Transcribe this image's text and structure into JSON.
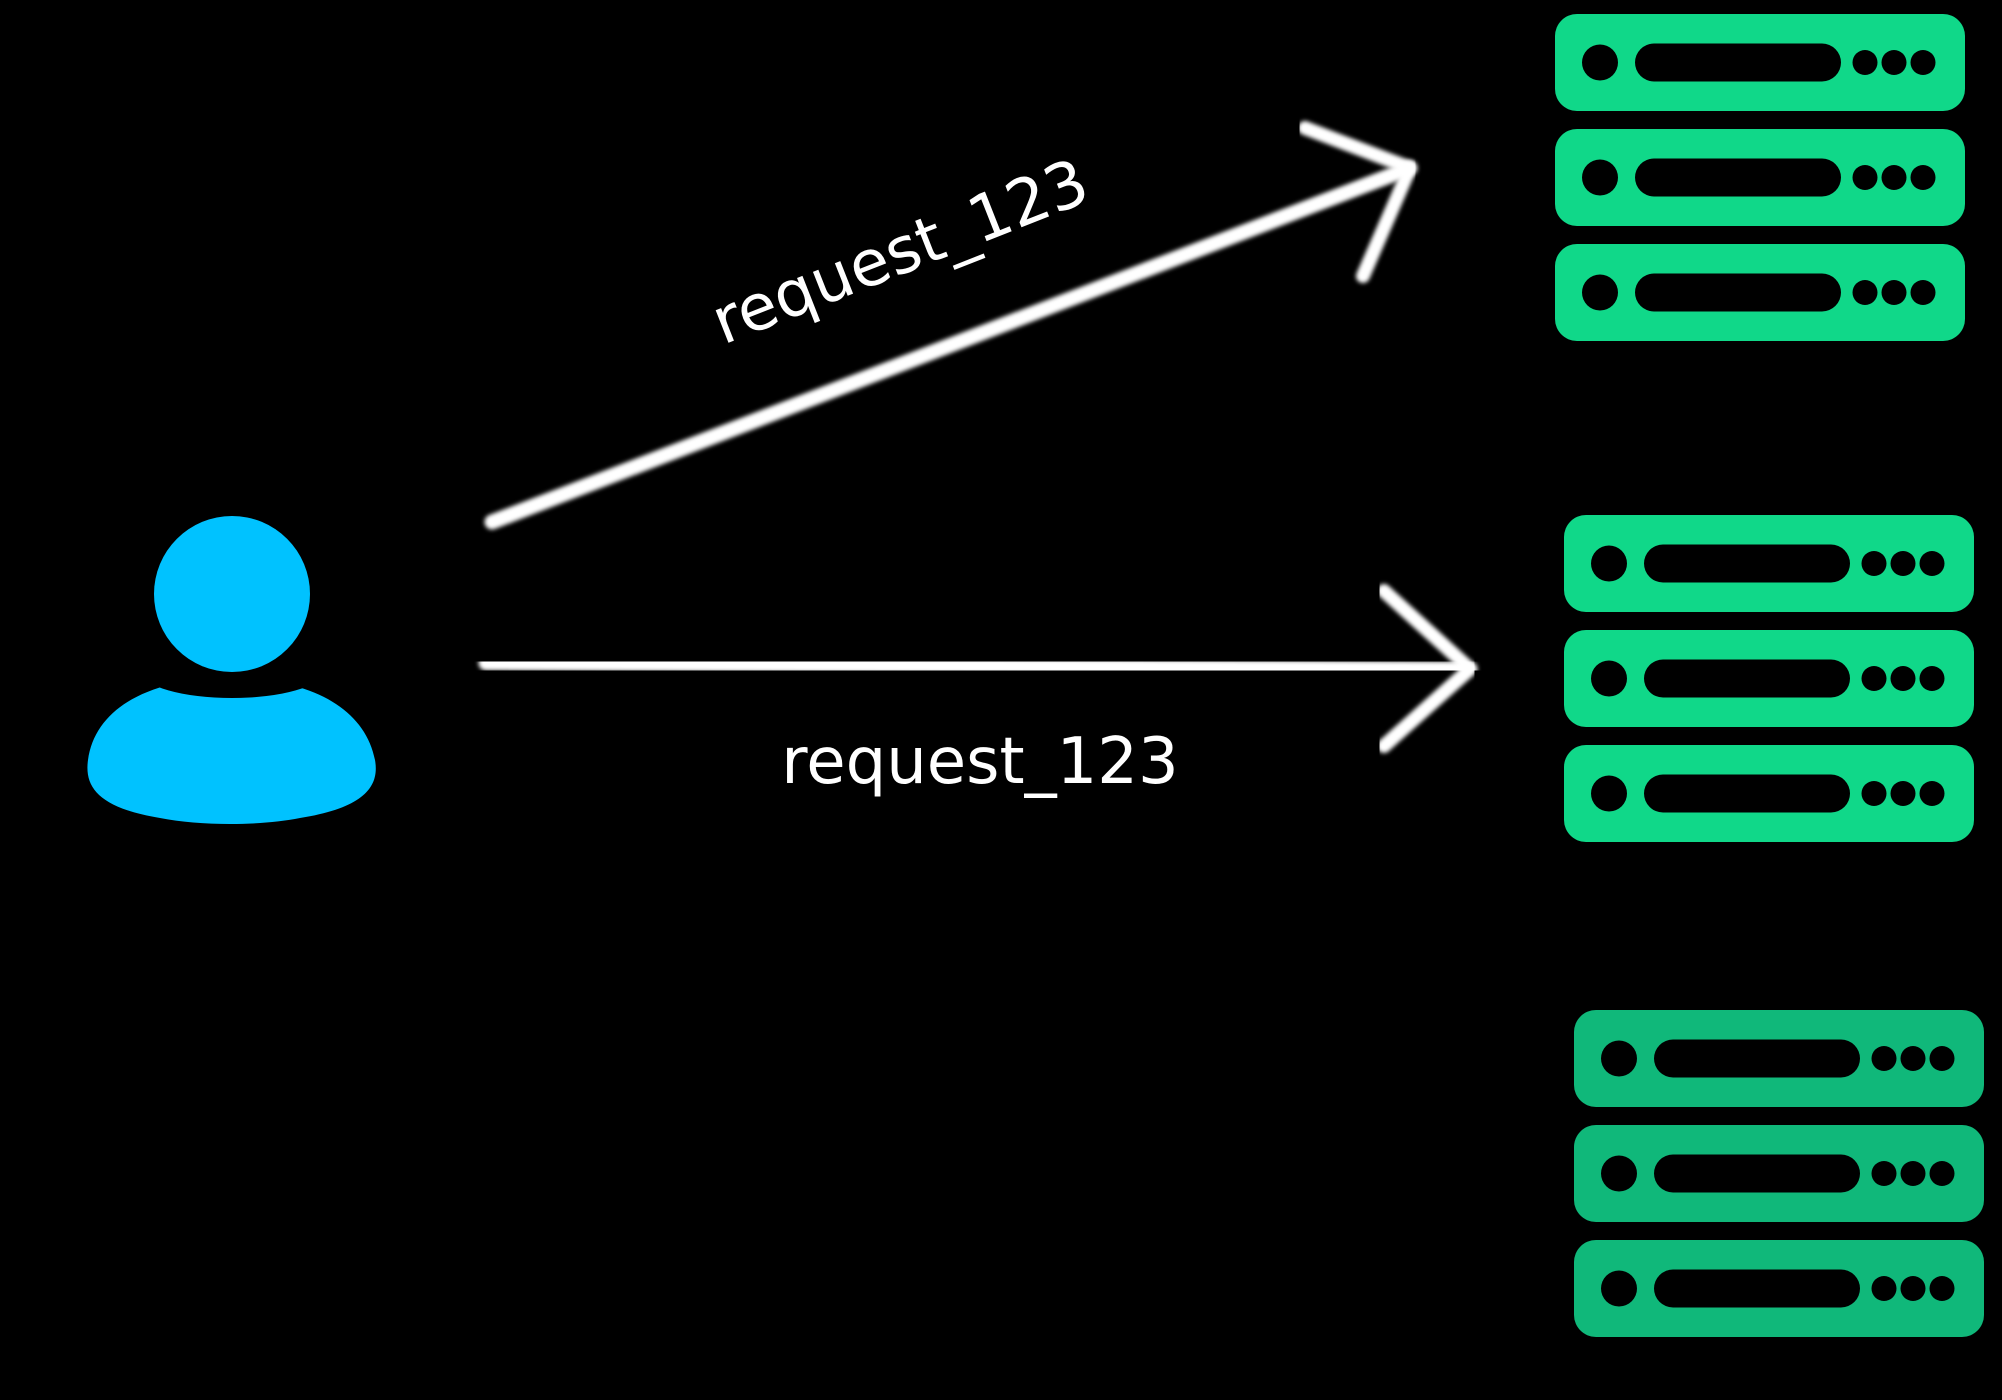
{
  "colors": {
    "background": "#000000",
    "user": "#00c2ff",
    "server": "#10d889",
    "server_dim": "#10b87a",
    "arrow": "#ffffff"
  },
  "icons": {
    "user": "user-icon",
    "server": "server-rack-icon"
  },
  "arrows": [
    {
      "name": "arrow-to-server-top",
      "label": "request_123"
    },
    {
      "name": "arrow-to-server-middle",
      "label": "request_123"
    }
  ],
  "servers": [
    {
      "name": "server-stack-top",
      "units": 3
    },
    {
      "name": "server-stack-middle",
      "units": 3
    },
    {
      "name": "server-stack-bottom",
      "units": 3
    }
  ]
}
